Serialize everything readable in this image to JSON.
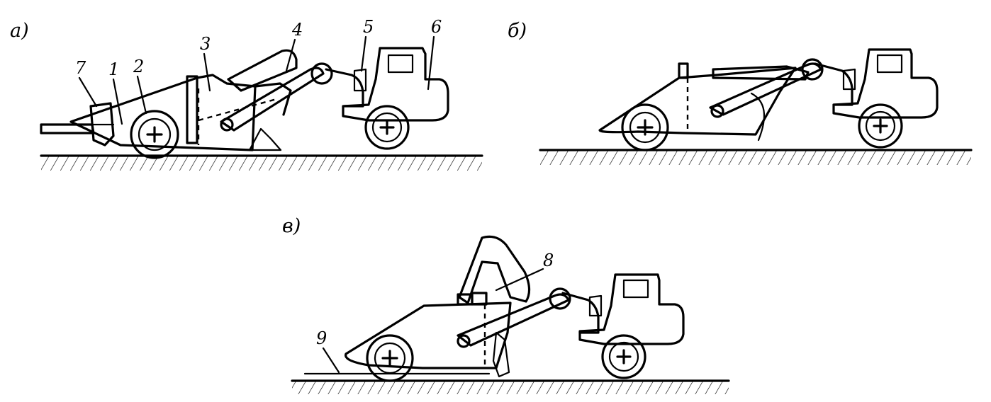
{
  "panels": {
    "a": {
      "label": "а)"
    },
    "b": {
      "label": "б)"
    },
    "c": {
      "label": "в)"
    }
  },
  "callouts": {
    "n1": "1",
    "n2": "2",
    "n3": "3",
    "n4": "4",
    "n5": "5",
    "n6": "6",
    "n7": "7",
    "n8": "8",
    "n9": "9"
  }
}
